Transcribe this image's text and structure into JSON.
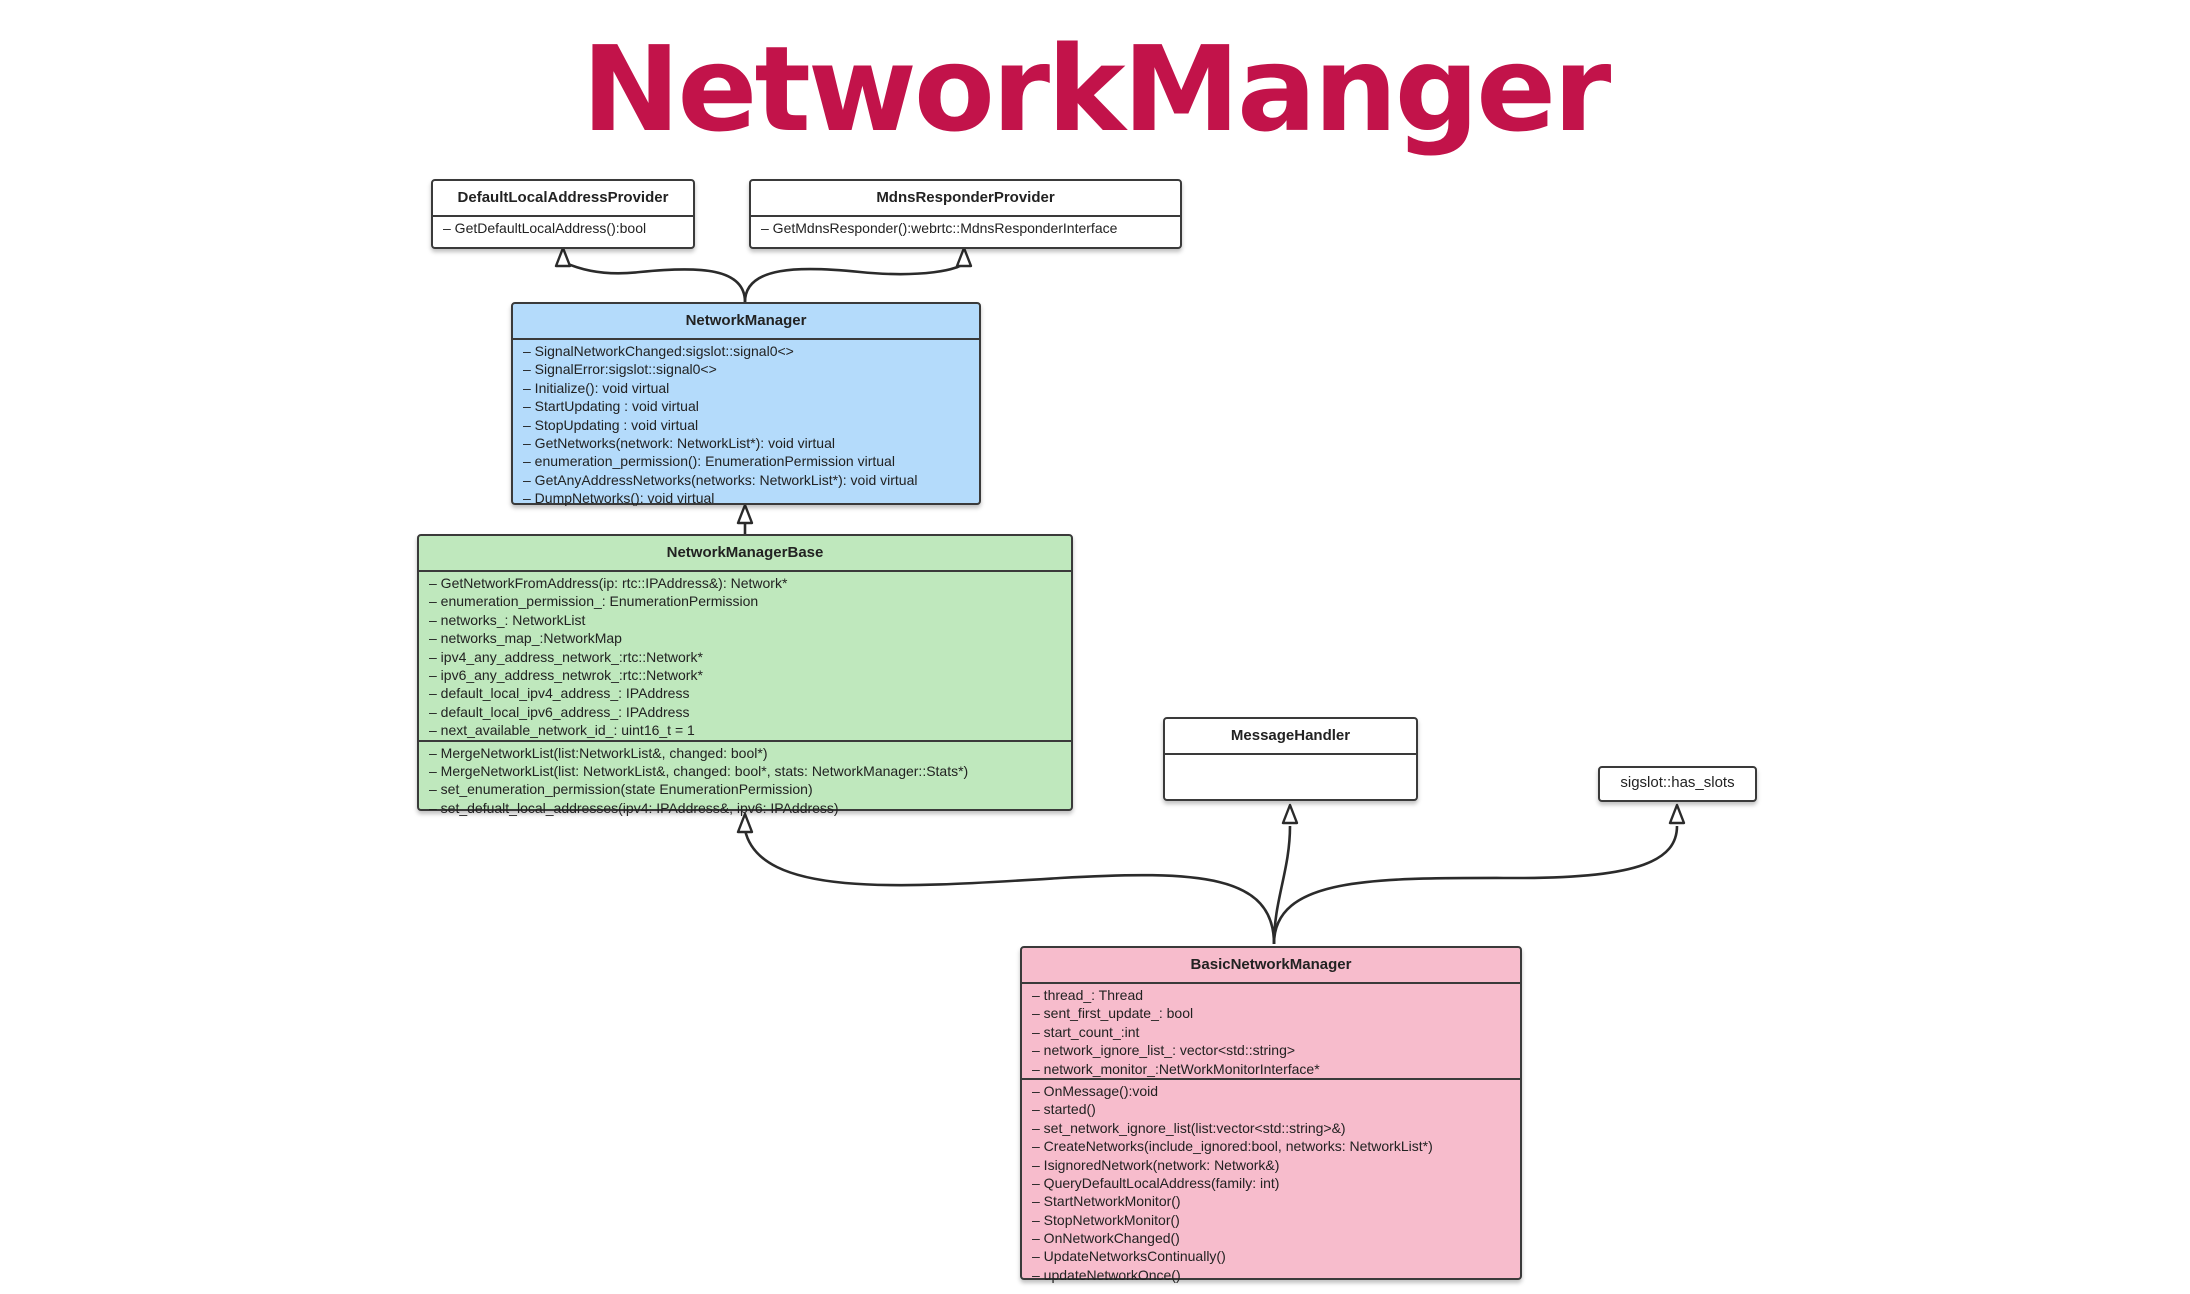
{
  "title": "NetworkManger",
  "colors": {
    "title": "#c2134a",
    "network_manager": "#b4dbfb",
    "network_manager_base": "#bfe8bd",
    "basic_network_manager": "#f7bccc",
    "border": "#3a3a3a",
    "connector": "#2b2b2b"
  },
  "classes": {
    "default_local_address_provider": {
      "name": "DefaultLocalAddressProvider",
      "sections": [
        [
          "– GetDefaultLocalAddress():bool"
        ]
      ]
    },
    "mdns_responder_provider": {
      "name": "MdnsResponderProvider",
      "sections": [
        [
          "– GetMdnsResponder():webrtc::MdnsResponderInterface"
        ]
      ]
    },
    "network_manager": {
      "name": "NetworkManager",
      "sections": [
        [
          "– SignalNetworkChanged:sigslot::signal0<>",
          "– SignalError:sigslot::signal0<>",
          "– Initialize(): void virtual",
          "– StartUpdating : void virtual",
          "– StopUpdating : void virtual",
          "– GetNetworks(network: NetworkList*): void virtual",
          "– enumeration_permission(): EnumerationPermission virtual",
          "– GetAnyAddressNetworks(networks: NetworkList*): void virtual",
          "– DumpNetworks(): void virtual"
        ]
      ]
    },
    "network_manager_base": {
      "name": "NetworkManagerBase",
      "sections": [
        [
          "– GetNetworkFromAddress(ip: rtc::IPAddress&): Network*",
          "– enumeration_permission_: EnumerationPermission",
          "– networks_: NetworkList",
          "– networks_map_:NetworkMap",
          "– ipv4_any_address_network_:rtc::Network*",
          "– ipv6_any_address_netwrok_:rtc::Network*",
          "– default_local_ipv4_address_: IPAddress",
          "– default_local_ipv6_address_: IPAddress",
          "– next_available_network_id_: uint16_t = 1"
        ],
        [
          "– MergeNetworkList(list:NetworkList&, changed: bool*)",
          "– MergeNetworkList(list: NetworkList&, changed: bool*, stats: NetworkManager::Stats*)",
          "– set_enumeration_permission(state EnumerationPermission)",
          "– set_defualt_local_addresses(ipv4: IPAddress&, ipv6: IPAddress)"
        ]
      ]
    },
    "message_handler": {
      "name": "MessageHandler",
      "sections": []
    },
    "has_slots": {
      "name": "sigslot::has_slots",
      "sections": []
    },
    "basic_network_manager": {
      "name": "BasicNetworkManager",
      "sections": [
        [
          "– thread_: Thread",
          "– sent_first_update_: bool",
          "– start_count_:int",
          "– network_ignore_list_: vector<std::string>",
          "– network_monitor_:NetWorkMonitorInterface*"
        ],
        [
          "– OnMessage():void",
          "– started()",
          "– set_network_ignore_list(list:vector<std::string>&)",
          "– CreateNetworks(include_ignored:bool, networks: NetworkList*)",
          "– IsignoredNetwork(network: Network&)",
          "– QueryDefaultLocalAddress(family: int)",
          "– StartNetworkMonitor()",
          "– StopNetworkMonitor()",
          "– OnNetworkChanged()",
          "– UpdateNetworksContinually()",
          "– updateNetworkOnce()"
        ]
      ]
    }
  },
  "relations": [
    {
      "from": "network_manager",
      "to": "default_local_address_provider",
      "type": "inheritance"
    },
    {
      "from": "network_manager",
      "to": "mdns_responder_provider",
      "type": "inheritance"
    },
    {
      "from": "network_manager_base",
      "to": "network_manager",
      "type": "inheritance"
    },
    {
      "from": "basic_network_manager",
      "to": "network_manager_base",
      "type": "inheritance"
    },
    {
      "from": "basic_network_manager",
      "to": "message_handler",
      "type": "inheritance"
    },
    {
      "from": "basic_network_manager",
      "to": "has_slots",
      "type": "inheritance"
    }
  ]
}
